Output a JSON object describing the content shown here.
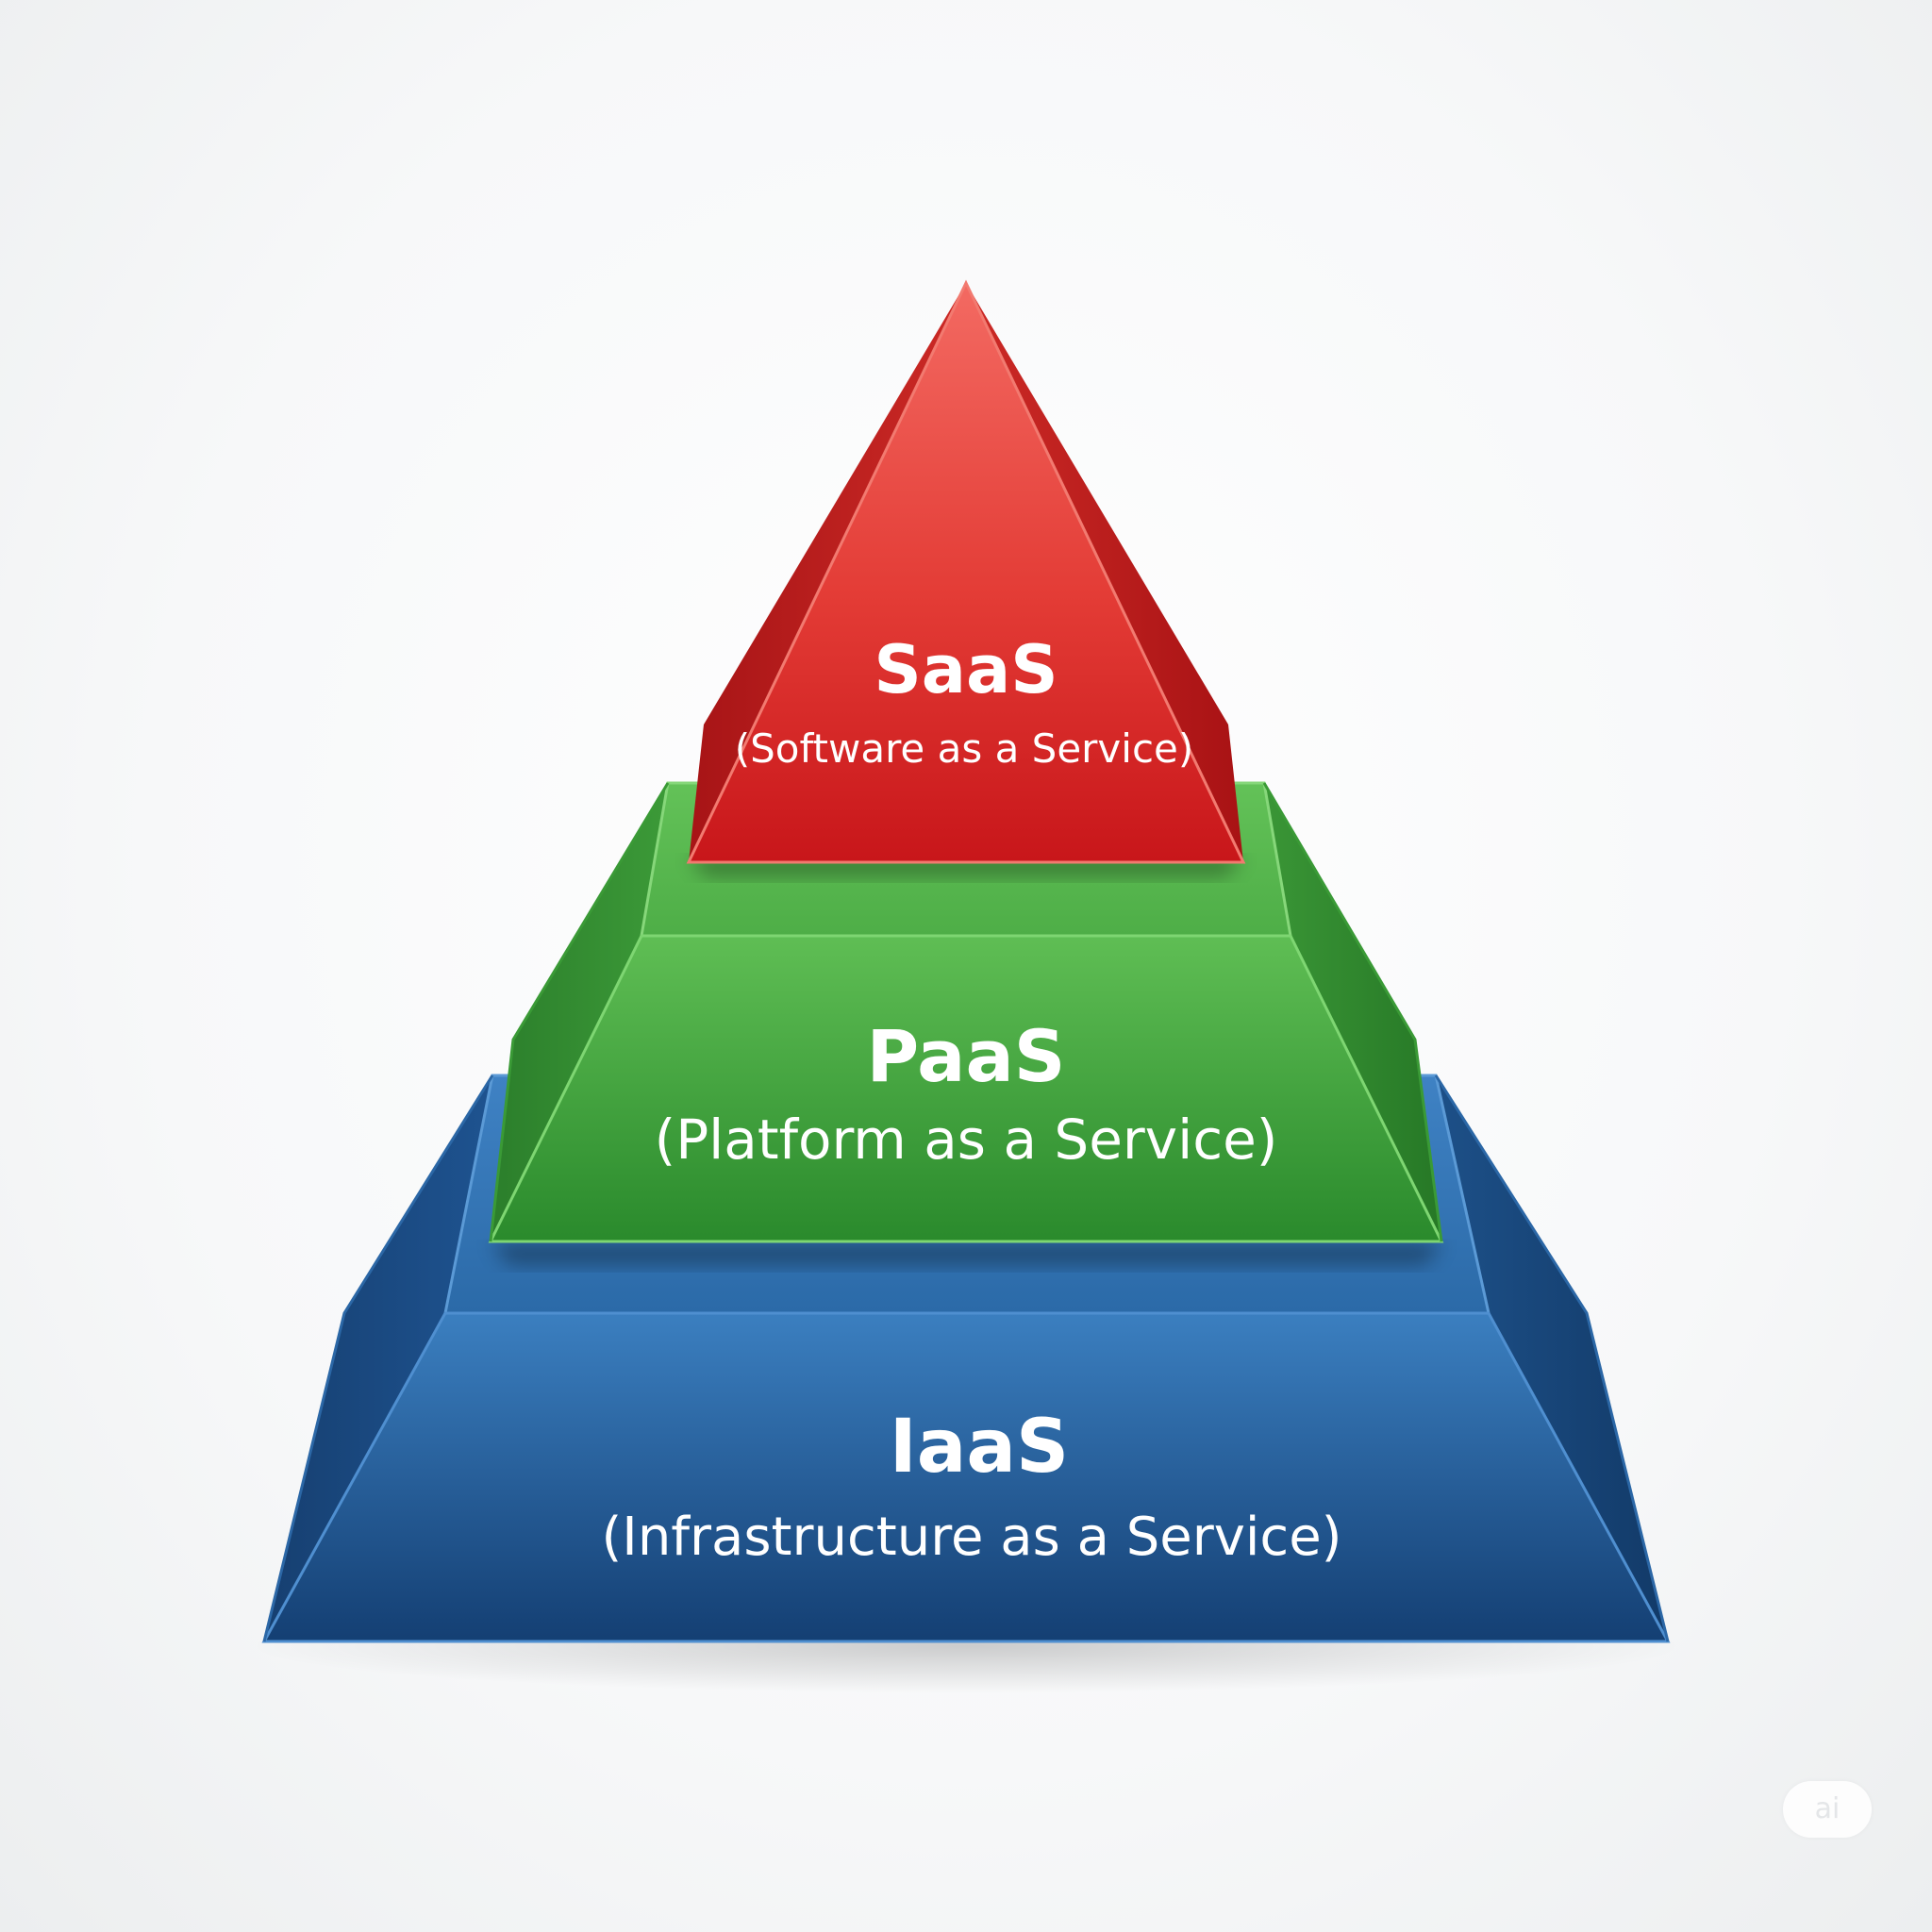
{
  "tiers": {
    "saas": {
      "title": "SaaS",
      "subtitle": "(Software as a Service)",
      "color": "#d42a2a"
    },
    "paas": {
      "title": "PaaS",
      "subtitle": "(Platform as a Service)",
      "color": "#3a9b3a"
    },
    "iaas": {
      "title": "IaaS",
      "subtitle": "(Infrastructure as a Service)",
      "color": "#1f5a99"
    }
  },
  "watermark": {
    "text": "ai"
  }
}
